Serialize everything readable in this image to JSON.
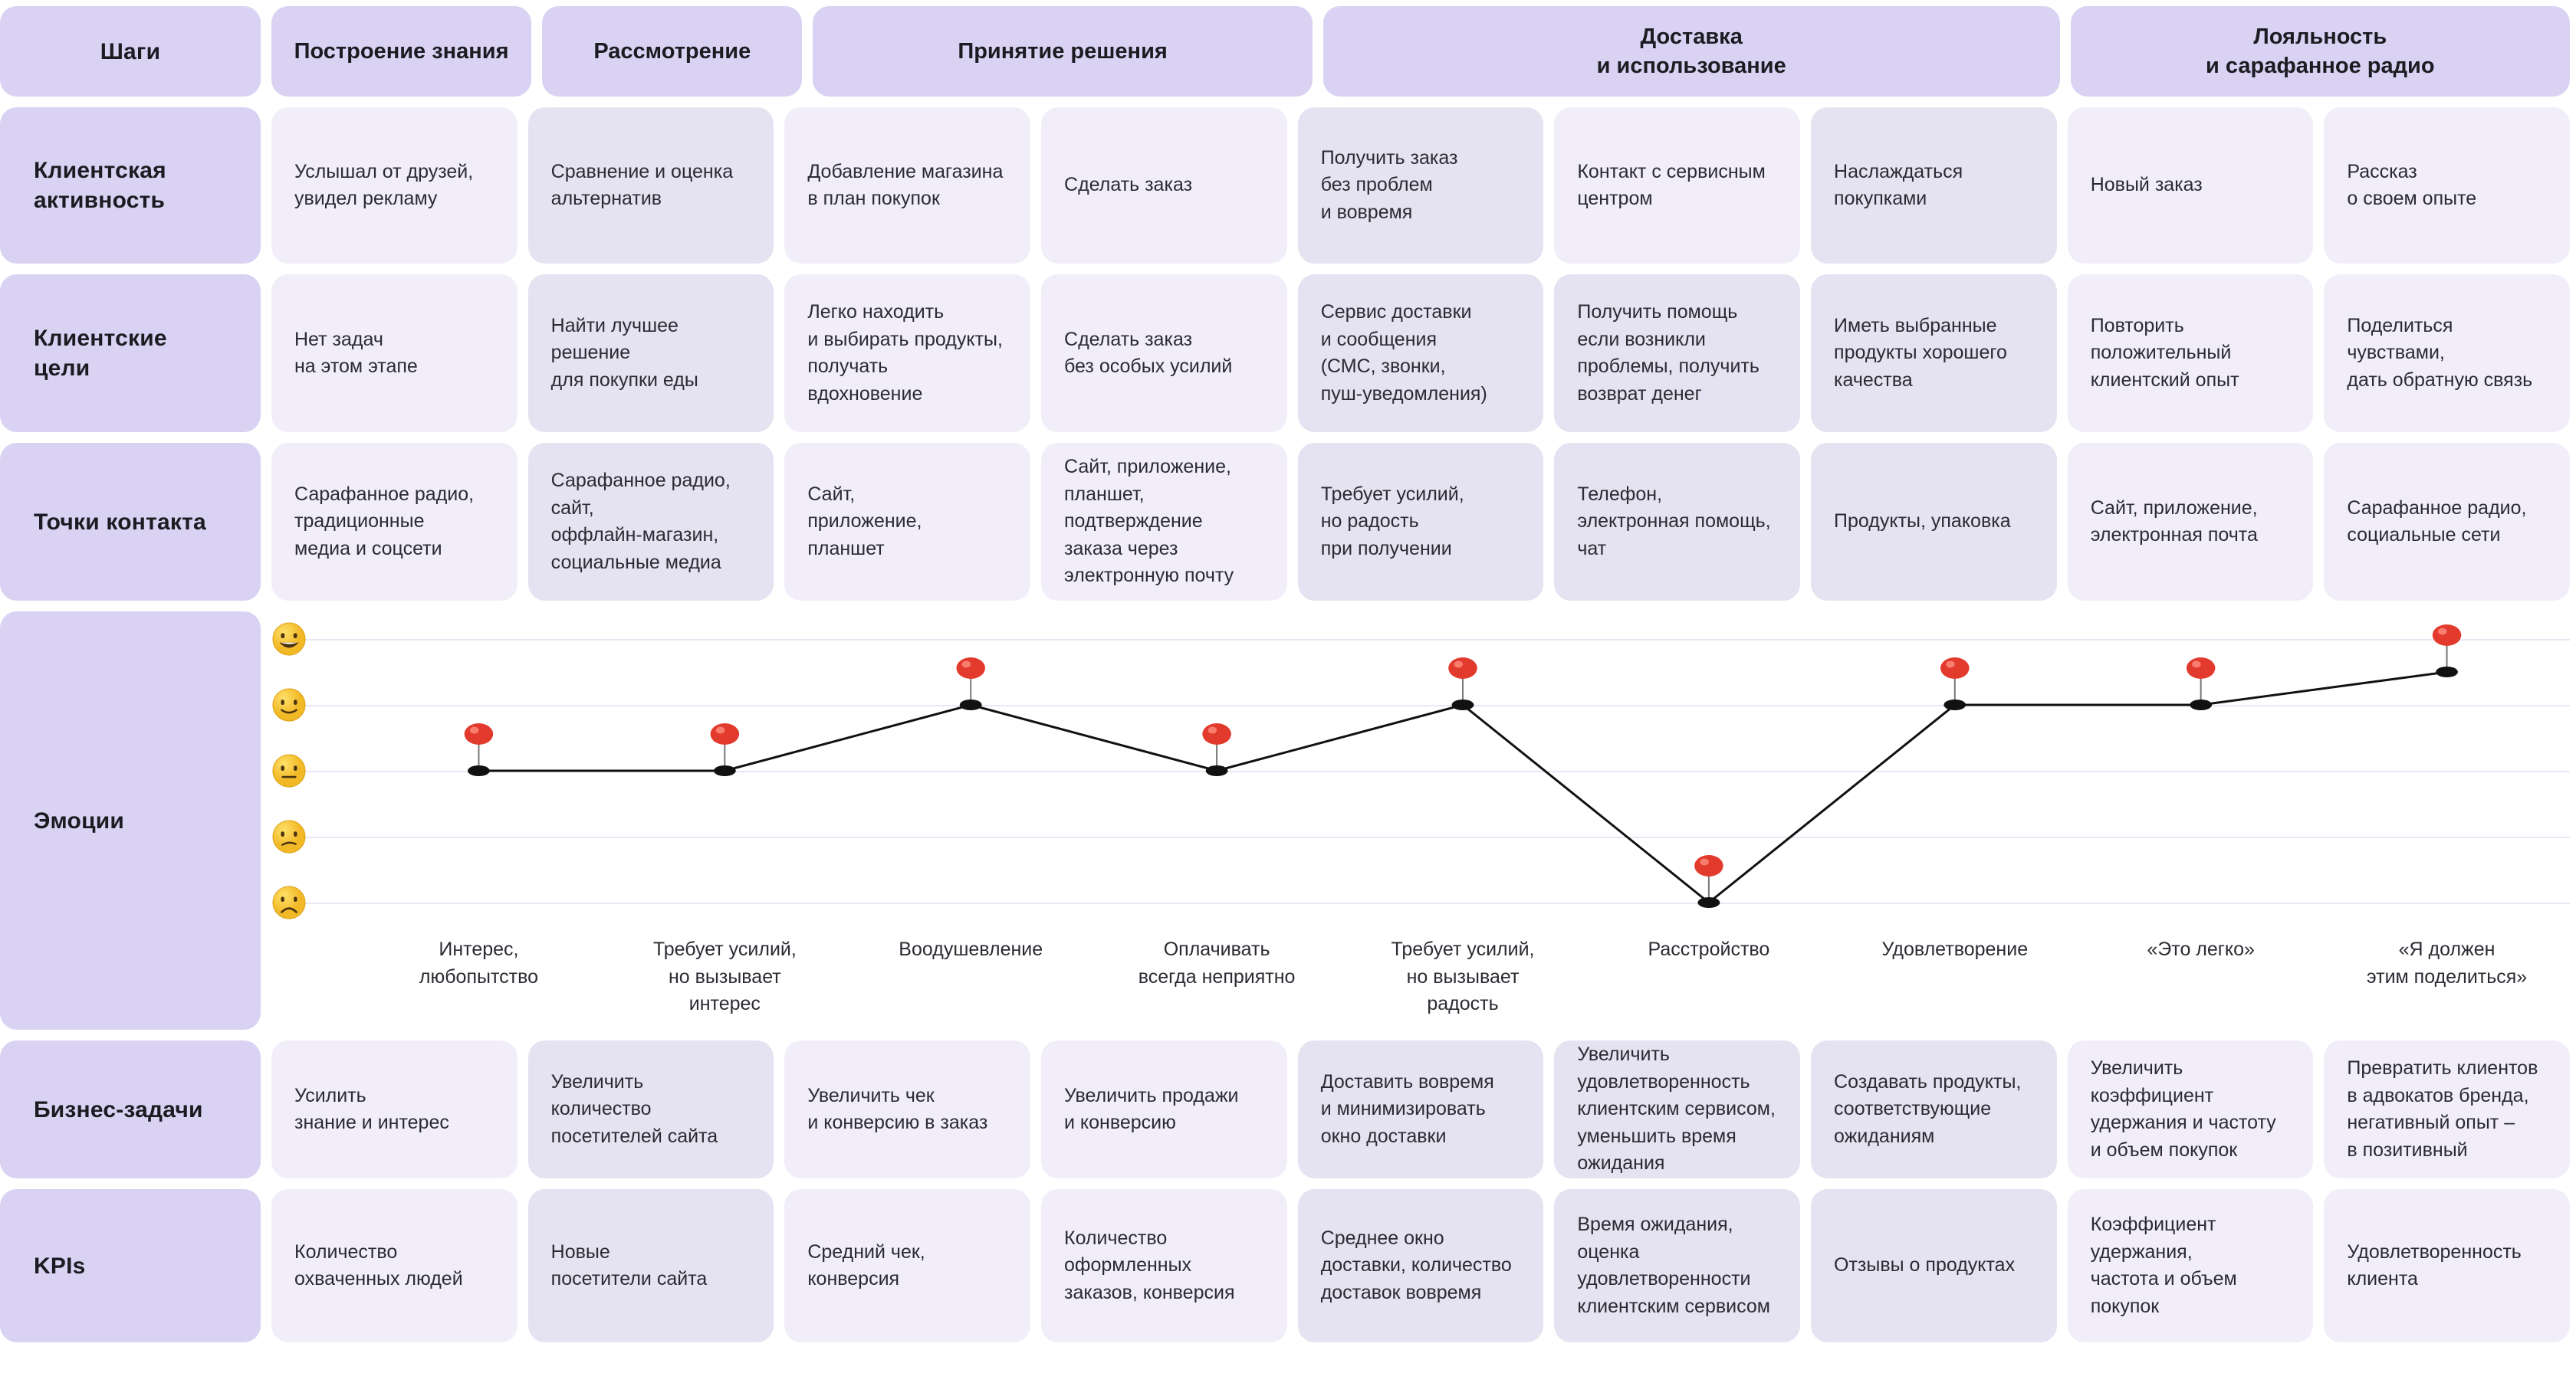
{
  "stages": [
    {
      "title": "Построение знания",
      "span": 1
    },
    {
      "title": "Рассмотрение",
      "span": 1
    },
    {
      "title": "Принятие решения",
      "span": 2
    },
    {
      "title": "Доставка\nи использование",
      "span": 3
    },
    {
      "title": "Лояльность\nи сарафанное радио",
      "span": 2
    }
  ],
  "header": {
    "steps_label": "Шаги",
    "stage_1": "Построение знания",
    "stage_2": "Рассмотрение",
    "stage_3": "Принятие решения",
    "stage_4_line1": "Доставка",
    "stage_4_line2": "и использование",
    "stage_5_line1": "Лояльность",
    "stage_5_line2": "и сарафанное радио"
  },
  "rows": {
    "activity": {
      "label": "Клиентская\nактивность",
      "label_line1": "Клиентская",
      "label_line2": "активность",
      "cells": [
        "Услышал от друзей,\nувидел рекламу",
        "Сравнение и оценка\nальтернатив",
        "Добавление магазина\nв план покупок",
        "Сделать заказ",
        "Получить заказ\nбез проблем\nи вовремя",
        "Контакт с сервисным\nцентром",
        "Наслаждаться\nпокупками",
        "Новый заказ",
        "Рассказ\nо своем опыте"
      ]
    },
    "goals": {
      "label_line1": "Клиентские",
      "label_line2": "цели",
      "cells": [
        "Нет задач\nна этом этапе",
        "Найти лучшее\nрешение\nдля покупки еды",
        "Легко находить\nи выбирать продукты,\nполучать\nвдохновение",
        "Сделать заказ\nбез особых усилий",
        "Сервис доставки\nи сообщения\n(СМС, звонки,\nпуш-уведомления)",
        "Получить помощь\nесли возникли\nпроблемы, получить\nвозврат денег",
        "Иметь выбранные\nпродукты хорошего\nкачества",
        "Повторить\nположительный\nклиентский опыт",
        "Поделиться\nчувствами,\nдать обратную связь"
      ]
    },
    "touchpoints": {
      "label_line1": "Точки контакта",
      "label_line2": "",
      "cells": [
        "Сарафанное радио,\nтрадиционные\nмедиа и соцсети",
        "Сарафанное радио,\nсайт,\nоффлайн-магазин,\nсоциальные медиа",
        "Сайт,\nприложение,\nпланшет",
        "Сайт, приложение,\nпланшет,\nподтверждение\nзаказа через\nэлектронную почту",
        "Требует усилий,\nно радость\nпри получении",
        "Телефон,\nэлектронная помощь,\nчат",
        "Продукты, упаковка",
        "Сайт, приложение,\nэлектронная почта",
        "Сарафанное радио,\nсоциальные сети"
      ]
    },
    "emotions": {
      "label": "Эмоции"
    },
    "business": {
      "label_line1": "Бизнес-задачи",
      "cells": [
        "Усилить\nзнание и интерес",
        "Увеличить\nколичество\nпосетителей сайта",
        "Увеличить чек\nи конверсию в заказ",
        "Увеличить продажи\nи конверсию",
        "Доставить вовремя\nи минимизировать\nокно доставки",
        "Увеличить\nудовлетворенность\nклиентским сервисом,\nуменьшить время\nожидания",
        "Создавать продукты,\nсоответствующие\nожиданиям",
        "Увеличить\nкоэффициент\nудержания и частоту\nи объем покупок",
        "Превратить клиентов\nв адвокатов  бренда,\nнегативный опыт –\nв позитивный"
      ]
    },
    "kpis": {
      "label_line1": "KPIs",
      "cells": [
        "Количество\nохваченных людей",
        "Новые\nпосетители сайта",
        "Средний чек,\nконверсия",
        "Количество\nоформленных\nзаказов, конверсия",
        "Среднее окно\nдоставки, количество\nдоставок вовремя",
        "Время ожидания,\nоценка\nудовлетворенности\nклиентским сервисом",
        "Отзывы о продуктах",
        "Коэффициент\nудержания,\nчастота и объем\nпокупок",
        "Удовлетворенность\nклиента"
      ]
    }
  },
  "chart_data": {
    "type": "line",
    "title": "Эмоции",
    "xlabel": "",
    "ylabel": "",
    "ylim": [
      1,
      5
    ],
    "grid": true,
    "legend": "none",
    "y_scale": [
      {
        "value": 5,
        "icon": "grinning-face-icon",
        "name": "очень доволен"
      },
      {
        "value": 4,
        "icon": "slightly-smiling-face-icon",
        "name": "доволен"
      },
      {
        "value": 3,
        "icon": "neutral-face-icon",
        "name": "нейтрально"
      },
      {
        "value": 2,
        "icon": "slightly-frowning-face-icon",
        "name": "недоволен"
      },
      {
        "value": 1,
        "icon": "frowning-face-icon",
        "name": "очень недоволен"
      }
    ],
    "categories": [
      "Построение знания",
      "Рассмотрение",
      "Принятие решения 1",
      "Принятие решения 2",
      "Доставка 1",
      "Доставка 2",
      "Доставка 3",
      "Лояльность 1",
      "Лояльность 2"
    ],
    "values": [
      3,
      3,
      4,
      3,
      4,
      1,
      4,
      4,
      4.5
    ],
    "point_labels": [
      "Интерес,\nлюбопытство",
      "Требует усилий,\nно вызывает\nинтерес",
      "Воодушевление",
      "Оплачивать\nвсегда неприятно",
      "Требует усилий,\nно вызывает\nрадость",
      "Расстройство",
      "Удовлетворение",
      "«Это легко»",
      "«Я должен\nэтим поделиться»"
    ],
    "marker": "red-pin-marker",
    "line_color": "#111111",
    "pin_color": "#e23b2e"
  },
  "colors": {
    "label_bg": "#d9d2f2",
    "cell_light": "#f1eefa",
    "cell_dark": "#e5e2f1",
    "gridline": "#e9e7f4",
    "text": "#2b2b33",
    "pin": "#e23b2e",
    "line": "#111111"
  }
}
